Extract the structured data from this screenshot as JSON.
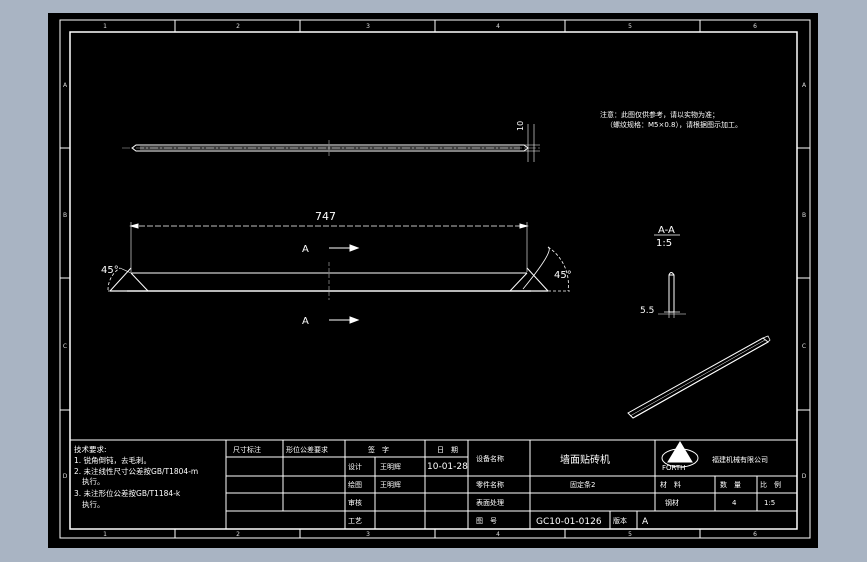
{
  "colors": {
    "background": "#a9b4c3",
    "sheet": "#000000",
    "line": "#ffffff",
    "centerline": "#d8d8d8"
  },
  "border": {
    "cols_top": [
      "1",
      "2",
      "3",
      "4",
      "5",
      "6"
    ],
    "cols_bottom": [
      "1",
      "2",
      "3",
      "4",
      "5",
      "6"
    ],
    "rows_left": [
      "A",
      "B",
      "C",
      "D"
    ],
    "rows_right": [
      "A",
      "B",
      "C",
      "D"
    ]
  },
  "note": {
    "line1": "注意：此图仅供参考，请以实物为准；",
    "line2": "（螺纹规格：M5×0.8），请根据图示加工。"
  },
  "front_view": {
    "dim_overall": "747",
    "angle_left": "45°",
    "angle_right": "45°",
    "section_label_top": "A",
    "section_label_bottom": "A"
  },
  "top_view": {
    "dim_thickness": "10"
  },
  "section_view": {
    "title": "A-A",
    "scale": "1:5",
    "dim_width": "5.5"
  },
  "title_block": {
    "tech_req": {
      "title": "技术要求:",
      "item1": "1. 锐角倒钝，去毛刺。",
      "item2": "2. 未注线性尺寸公差按GB/T1804-m",
      "item2b": "执行。",
      "item3": "3. 未注形位公差按GB/T1184-k",
      "item3b": "执行。"
    },
    "headers": {
      "dim": "尺寸标注",
      "tol": "形位公差要求",
      "sign": "签　字",
      "date": "日　期"
    },
    "rows": {
      "design_label": "设计",
      "design_name": "王明辉",
      "design_date": "10-01-28",
      "draw_label": "绘图",
      "draw_name": "王明辉",
      "check_label": "审核",
      "process_label": "工艺"
    },
    "info": {
      "equip_label": "设备名称",
      "equip_value": "墙面贴砖机",
      "part_label": "零件名称",
      "part_value": "固定条2",
      "surface_label": "表面处理",
      "drawing_no_label": "图　号",
      "drawing_no_value": "GC10-01-0126",
      "version_label": "版本",
      "version_value": "A"
    },
    "company": {
      "logo_text": "FORTH",
      "name": "福建机械有限公司"
    },
    "material": {
      "material_label": "材　料",
      "qty_label": "数　量",
      "scale_label": "比　例",
      "material_value": "钢材",
      "qty_value": "4",
      "scale_value": "1:5"
    }
  }
}
